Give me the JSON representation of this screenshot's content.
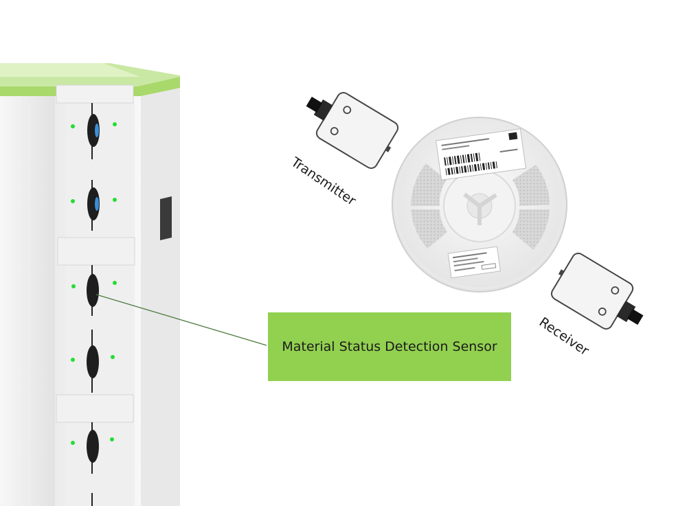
{
  "callout": {
    "label": "Material Status Detection Sensor"
  },
  "sensors": {
    "transmitter_label": "Transmitter",
    "receiver_label": "Receiver"
  },
  "colors": {
    "callout_fill": "#92d050",
    "tower_top_green": "#a9d86b",
    "indicator_led": "#22dd33",
    "leader_line": "#4f7a3f"
  }
}
